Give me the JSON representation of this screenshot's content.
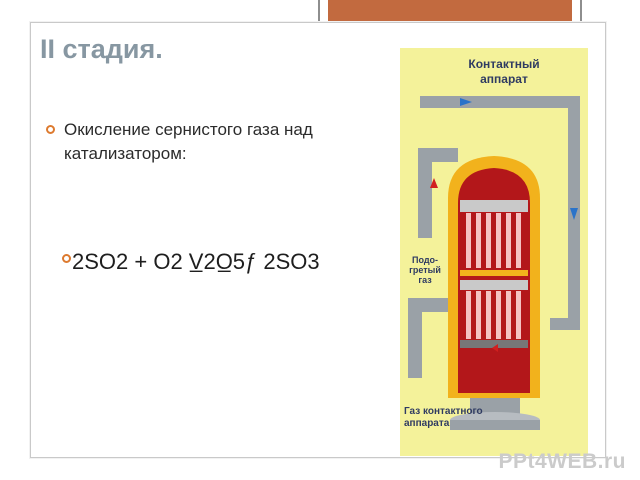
{
  "slide": {
    "title": "II стадия.",
    "bullet_1": "Окисление сернистого газа над катализатором:",
    "bullet_2": "2SO2 + O2  V̲2O̲5ƒ 2SO3"
  },
  "illustration": {
    "label_top": "Контактный аппарат",
    "label_mid": "Подо-гретый газ",
    "label_bottom": "Газ контактного аппарата"
  },
  "watermark": "PPt4WEB.ru",
  "colors": {
    "title": "#8797a2",
    "bullet": "#dd7a2f",
    "panel_bg": "#f4f29a",
    "vessel_outer": "#f2b21c",
    "vessel_inner": "#b3171a",
    "pipe": "#9aa1a7"
  }
}
